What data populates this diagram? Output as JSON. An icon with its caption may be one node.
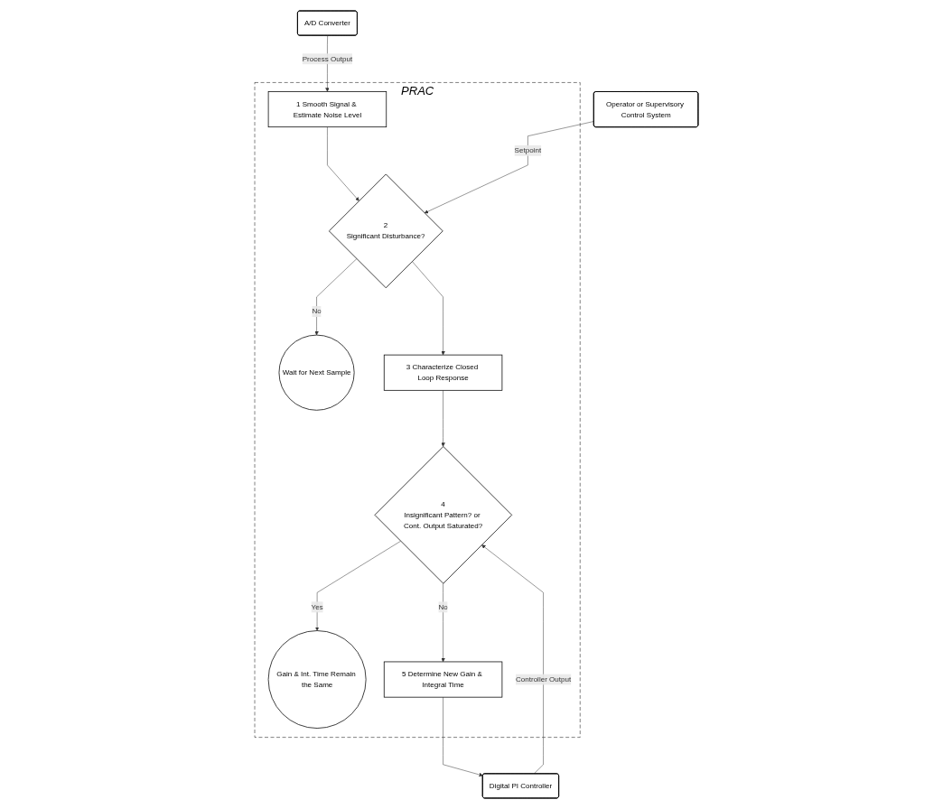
{
  "diagram": {
    "nodes": [
      {
        "text": [
          "A/D Converter"
        ]
      },
      {
        "text": [
          "PRAC"
        ]
      },
      {
        "text": [
          "1 Smooth Signal & Estimate Noise Level"
        ],
        "in": 1
      },
      {
        "text": [
          "Operator or Supervisory Control System"
        ]
      },
      {
        "text": [
          "2",
          "Significant Disturbance?"
        ],
        "in": 1
      },
      {
        "text": [
          "Wait for Next Sample"
        ],
        "in": 1
      },
      {
        "text": [
          "3 Characterize Closed Loop Response"
        ],
        "in": 1
      },
      {
        "text": [
          "Digital PI Controller"
        ]
      },
      {
        "text": [
          "4",
          "Insignificant Pattern? or Cont. Output Saturated?"
        ],
        "in": 1
      },
      {
        "text": [
          "Gain & Int. Time Remain the Same"
        ],
        "in": 1
      },
      {
        "text": [
          "5 Determine New Gain & Integral Time"
        ],
        "in": 1
      }
    ],
    "edges": [
      {
        "from": 0,
        "to": 2,
        "arrow": "to",
        "label": "Process Output"
      },
      {
        "from": 2,
        "to": 4,
        "arrow": "to"
      },
      {
        "from": 3,
        "to": 4,
        "arrow": "to",
        "label": "Setpoint"
      },
      {
        "from": 4,
        "to": 5,
        "arrow": "to",
        "label": "No"
      },
      {
        "from": 4,
        "to": 6,
        "arrow": "to"
      },
      {
        "from": 6,
        "to": 8,
        "arrow": "to"
      },
      {
        "from": 7,
        "to": 8,
        "arrow": "to",
        "label": "Controller Output"
      },
      {
        "from": 8,
        "to": 9,
        "arrow": "to",
        "label": "Yes"
      },
      {
        "from": 8,
        "to": 10,
        "arrow": "to",
        "label": "No"
      },
      {
        "from": 10,
        "to": 7,
        "arrow": "to"
      }
    ]
  }
}
